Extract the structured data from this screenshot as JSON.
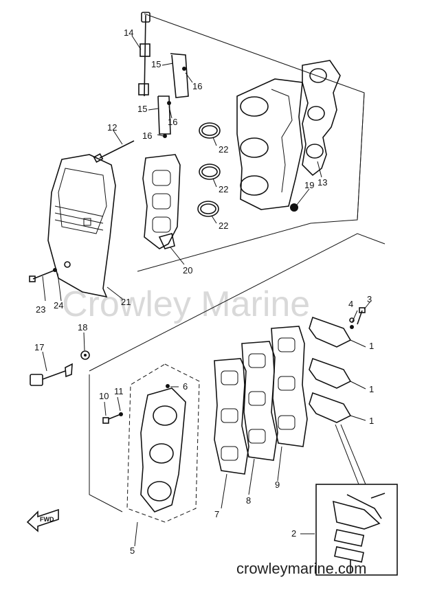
{
  "watermark": "Crowley Marine",
  "site_url": "crowleymarine.com",
  "direction_label": "FWD",
  "part_callouts": [
    "1",
    "1",
    "1",
    "2",
    "3",
    "4",
    "5",
    "6",
    "7",
    "8",
    "9",
    "10",
    "11",
    "12",
    "13",
    "14",
    "15",
    "15",
    "16",
    "16",
    "16",
    "17",
    "18",
    "19",
    "20",
    "21",
    "22",
    "22",
    "22",
    "23",
    "24"
  ]
}
